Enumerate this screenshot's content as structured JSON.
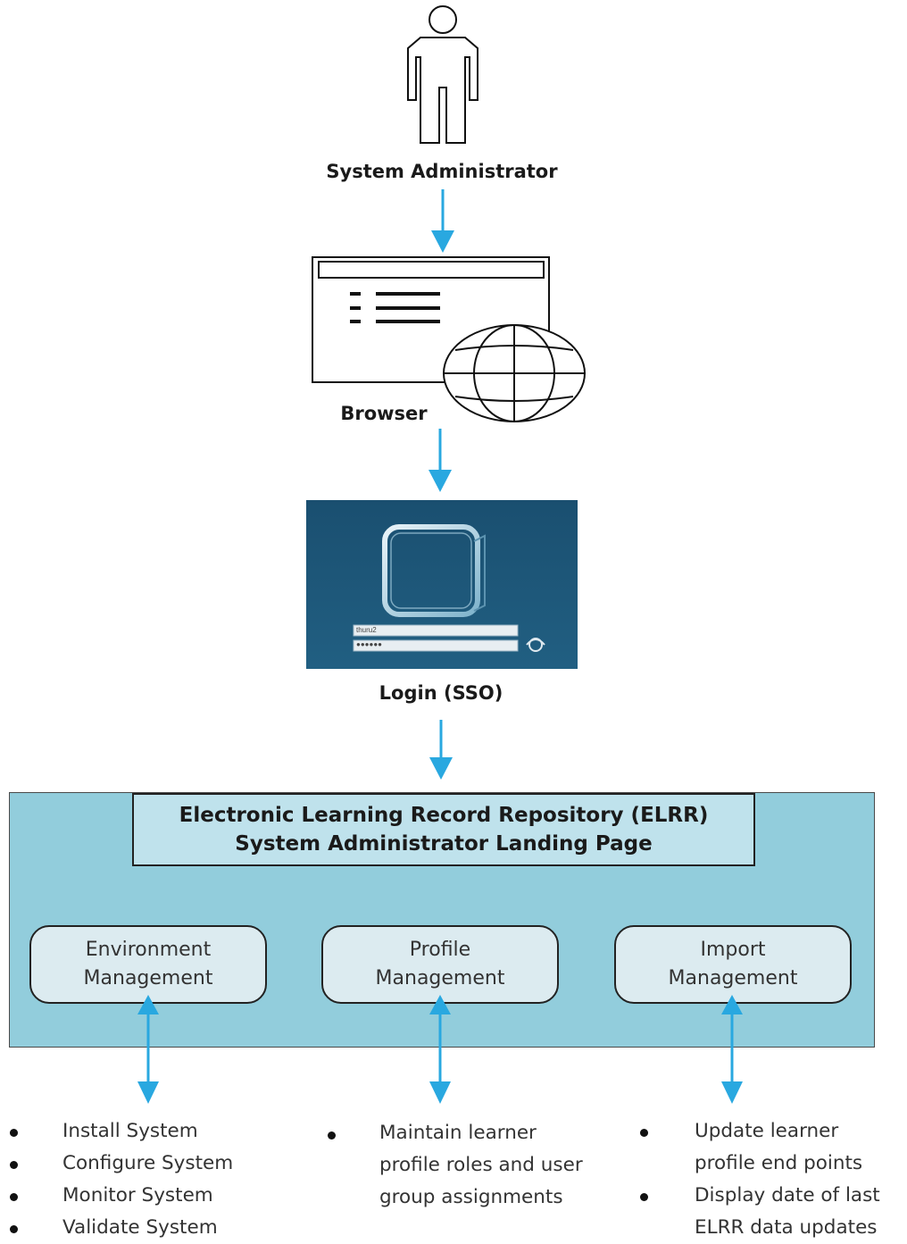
{
  "nodes": {
    "admin_label": "System Administrator",
    "browser_label": "Browser",
    "login_label": "Login (SSO)",
    "login_field_user": "thuru2",
    "login_field_pass": "●●●●●●"
  },
  "landing": {
    "title_line1": "Electronic Learning Record Repository (ELRR)",
    "title_line2": "System Administrator Landing Page"
  },
  "modules": [
    {
      "line1": "Environment",
      "line2": "Management"
    },
    {
      "line1": "Profile",
      "line2": "Management"
    },
    {
      "line1": "Import",
      "line2": "Management"
    }
  ],
  "tasks": {
    "environment": [
      "Install System",
      "Configure System",
      "Monitor System",
      "Validate System"
    ],
    "profile": [
      "Maintain learner",
      "profile roles and user",
      "group assignments"
    ],
    "import": [
      "Update learner",
      "profile end points",
      "Display date of last",
      "ELRR data updates"
    ]
  },
  "colors": {
    "arrow": "#29a8e0",
    "panel": "#92cddc",
    "title_box": "#bfe2ec",
    "module": "#dcebf0",
    "login_bg": "#1d5677"
  }
}
